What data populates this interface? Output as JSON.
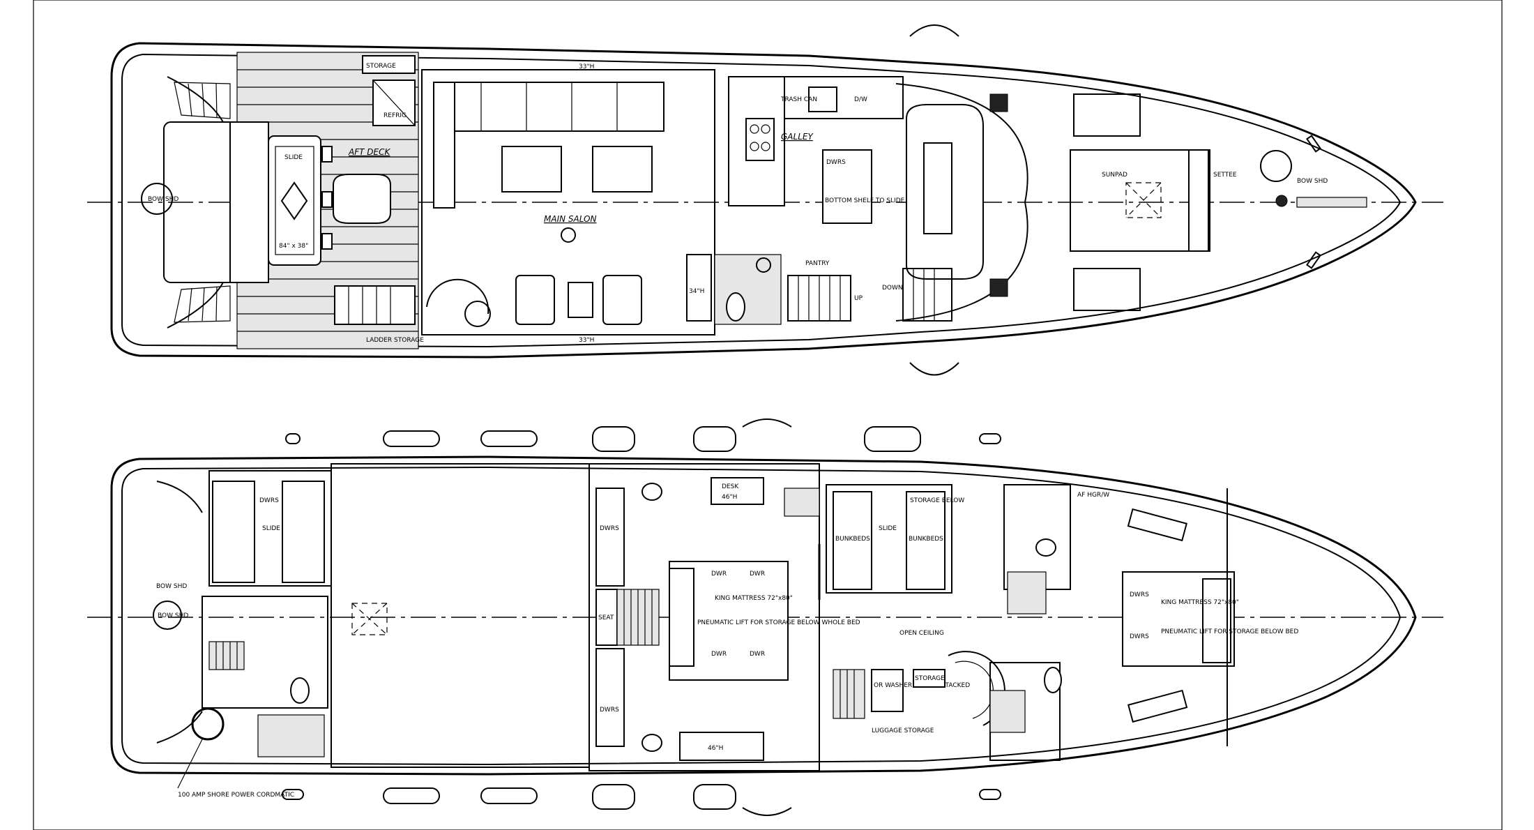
{
  "upper_deck": {
    "labels": {
      "storage_top": "STORAGE",
      "refrig": "REFRIG",
      "aft_deck": "AFT DECK",
      "slide": "SLIDE",
      "table_size": "84\" x 38\"",
      "ladder_storage": "LADDER STORAGE",
      "width_top": "33\"H",
      "width_bottom": "33\"H",
      "main_salon": "MAIN SALON",
      "trash_can": "TRASH CAN",
      "dw": "D/W",
      "galley": "GALLEY",
      "dwrs": "DWRS",
      "bottom_shelf": "BOTTOM SHELF TO SLIDE OUT",
      "pantry": "PANTRY",
      "fridge_h": "34\"H",
      "down": "DOWN",
      "up": "UP",
      "sunpad": "SUNPAD",
      "settee": "SETTEE",
      "bow_hinge_left": "BOW SHD",
      "bow_hinge_right": "BOW SHD"
    }
  },
  "lower_deck": {
    "labels": {
      "bow_shd": "BOW SHD",
      "bow_shd2": "BOW SHD",
      "crew_drawers": "DWRS",
      "slide": "SLIDE",
      "dwrs": "DWRS",
      "seat": "SEAT",
      "desk": "DESK",
      "desk_h": "46\"H",
      "king_mattress": "KING MATTRESS 72\"x80\"",
      "pneumatic_lift": "PNEUMATIC LIFT FOR STORAGE BELOW WHOLE BED",
      "dwr": "DWR",
      "bunk_top": "BUNKBEDS",
      "bunk_bottom": "BUNKBEDS",
      "storage_below": "STORAGE BELOW",
      "open_ceiling": "OPEN CEILING",
      "washer_dryer": "OR WASHER / DRYER STACKED",
      "storage": "STORAGE",
      "luggage_storage": "LUGGAGE STORAGE",
      "queen_mattress": "KING MATTRESS 72\"x80\"",
      "pneumatic_lift_bed": "PNEUMATIC LIFT FOR STORAGE BELOW BED",
      "shore_power": "100 AMP SHORE POWER CORDMATIC",
      "hanging": "AF HGR/W"
    }
  }
}
